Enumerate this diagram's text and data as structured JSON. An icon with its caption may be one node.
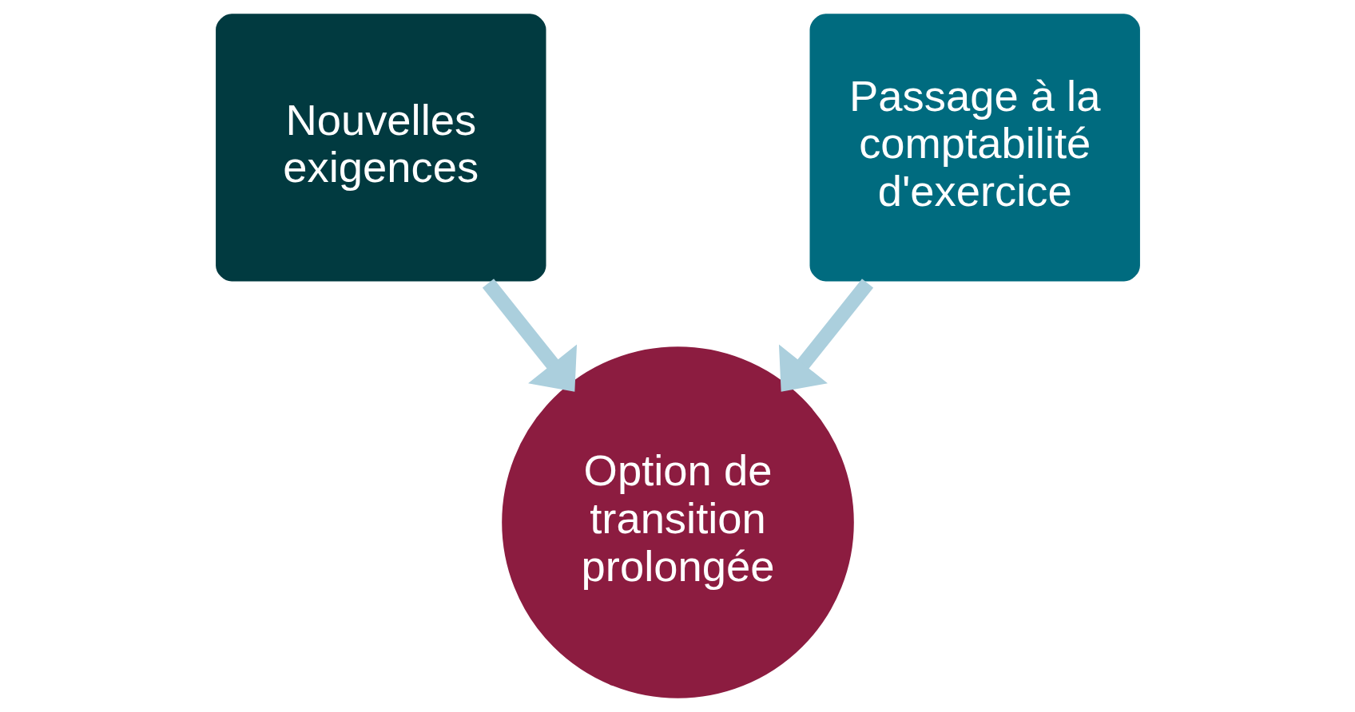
{
  "diagram": {
    "nodes": [
      {
        "text": [
          "Nouvelles exigences"
        ]
      },
      {
        "text": [
          "Passage à la comptabilité d'exercice"
        ]
      },
      {
        "text": [
          "Option de transition prolongée"
        ]
      }
    ],
    "edges": [
      {
        "from": 0,
        "to": 2,
        "arrow": "to"
      },
      {
        "from": 1,
        "to": 2,
        "arrow": "to"
      }
    ]
  }
}
